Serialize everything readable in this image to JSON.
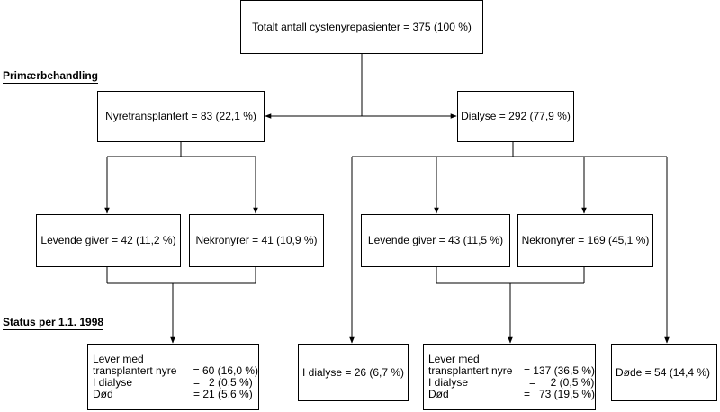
{
  "total": "Totalt antall cystenyrepasienter = 375 (100 %)",
  "section_primary": "Primærbehandling",
  "section_status": "Status per 1.1. 1998",
  "transplanted": "Nyretransplantert = 83 (22,1 %)",
  "dialysis": "Dialyse = 292 (77,9 %)",
  "t_living": "Levende giver = 42 (11,2 %)",
  "t_cadaver": "Nekronyrer = 41 (10,9 %)",
  "d_living": "Levende giver = 43 (11,5 %)",
  "d_cadaver": "Nekronyrer = 169 (45,1 %)",
  "outcome_t": {
    "title": "Lever med",
    "rows": [
      {
        "k": "transplantert nyre",
        "v": "= 60 (16,0 %)"
      },
      {
        "k": "I dialyse",
        "v": "=   2 (0,5 %)"
      },
      {
        "k": "Død",
        "v": "= 21 (5,6 %)"
      }
    ]
  },
  "in_dialysis": "I dialyse = 26 (6,7 %)",
  "outcome_d": {
    "title": "Lever med",
    "rows": [
      {
        "k": "transplantert nyre",
        "v": "= 137 (36,5 %)"
      },
      {
        "k": "I dialyse",
        "v": "=     2 (0,5 %)"
      },
      {
        "k": "Død",
        "v": "=   73 (19,5 %)"
      }
    ]
  },
  "dead": "Døde = 54 (14,4 %)"
}
